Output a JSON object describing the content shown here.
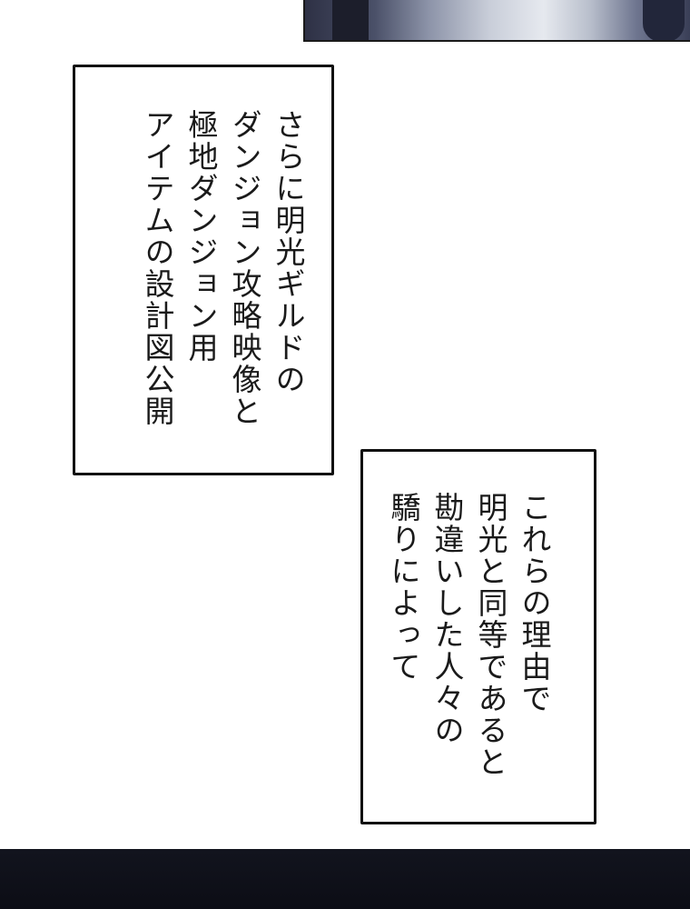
{
  "panel_top": {
    "description_icon": "artwork-strip"
  },
  "caption1": {
    "lines": [
      "さらに明光ギルドの",
      "ダンジョン攻略映像と",
      "極地ダンジョン用",
      "アイテムの設計図公開"
    ]
  },
  "caption2": {
    "lines": [
      "これらの理由で",
      "明光と同等であると",
      "勘違いした人々の",
      "驕りによって"
    ]
  },
  "colors": {
    "caption_border": "#111111",
    "caption_bg": "#ffffff",
    "text": "#1a1a1a",
    "bottom_panel": "#0c0d15"
  }
}
